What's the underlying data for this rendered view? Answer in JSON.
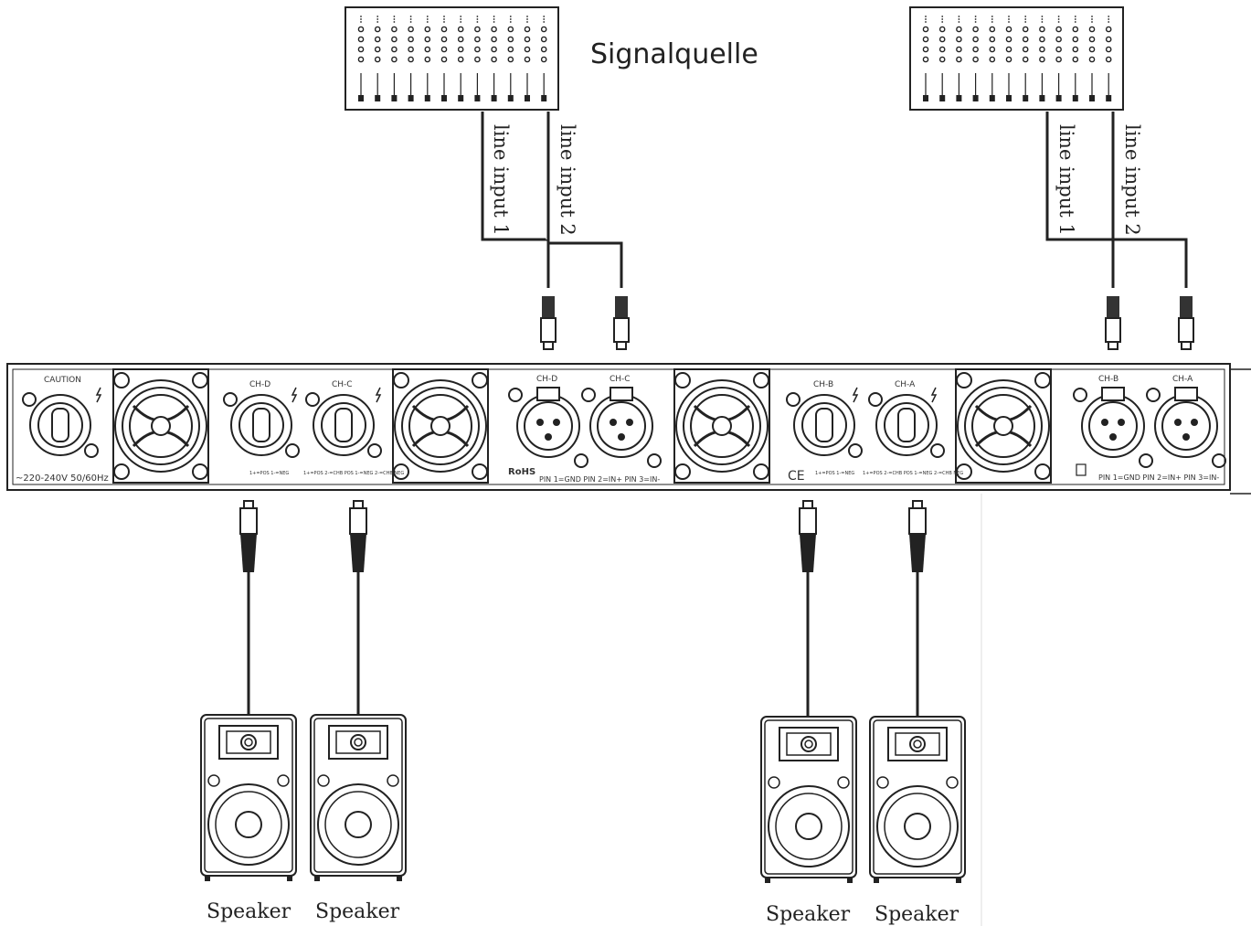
{
  "title": "Signalquelle",
  "input_labels": {
    "left_1": "line input 1",
    "left_2": "line input 2",
    "right_1": "line input 1",
    "right_2": "line input 2"
  },
  "speaker_labels": [
    "Speaker",
    "Speaker",
    "Speaker",
    "Speaker"
  ],
  "panel": {
    "caution": "CAUTION",
    "power": "~220-240V  50/60Hz",
    "speakon_labels": [
      "CH-D",
      "CH-C",
      "CH-B",
      "CH-A"
    ],
    "xlr_labels": [
      "CH-D",
      "CH-C",
      "CH-B",
      "CH-A"
    ],
    "speakon_notes": [
      "1+=POS  1-=NEG",
      "1+=POS 2-=CHB POS  1-=NEG  2-=CHB NEG",
      "1+=POS  1-=NEG",
      "1+=POS  2-=CHB POS  1-=NEG  2-=CHB NEG"
    ],
    "rohs": "RoHS",
    "ce": "CE",
    "pin_text": "PIN 1=GND PIN 2=IN+ PIN 3=IN-"
  }
}
